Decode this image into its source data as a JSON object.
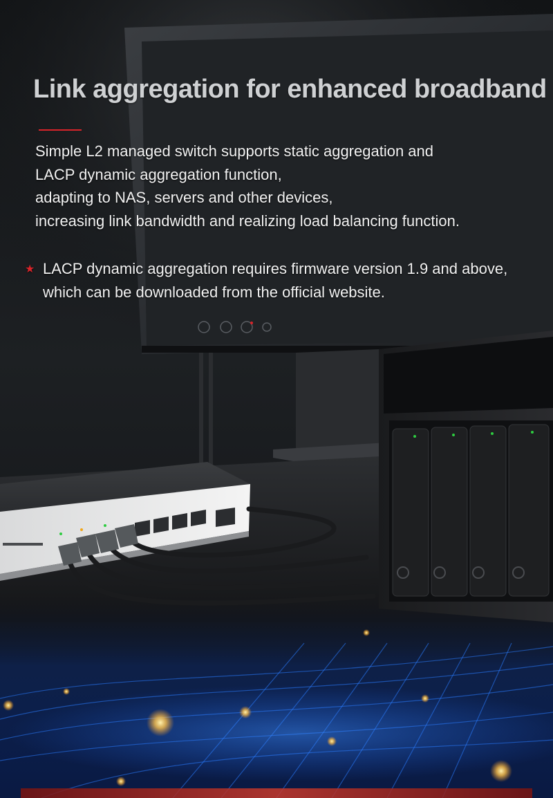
{
  "header": {
    "title": "Link aggregation for enhanced broadband"
  },
  "description": {
    "lines": [
      "Simple L2 managed switch supports static aggregation and",
      "LACP dynamic aggregation function,",
      "adapting to NAS, servers and other devices,",
      "increasing link bandwidth and realizing load balancing function."
    ]
  },
  "note": {
    "icon": "star-icon",
    "lines": [
      "LACP dynamic aggregation requires firmware version 1.9 and above,",
      "which can be downloaded from the official website."
    ]
  },
  "colors": {
    "accent": "#d9242a",
    "text": "#f2f2f2",
    "title": "#cfd1d3",
    "background": "#141618",
    "glow_blue": "#1e6cff",
    "glow_gold": "#ffc24a"
  }
}
